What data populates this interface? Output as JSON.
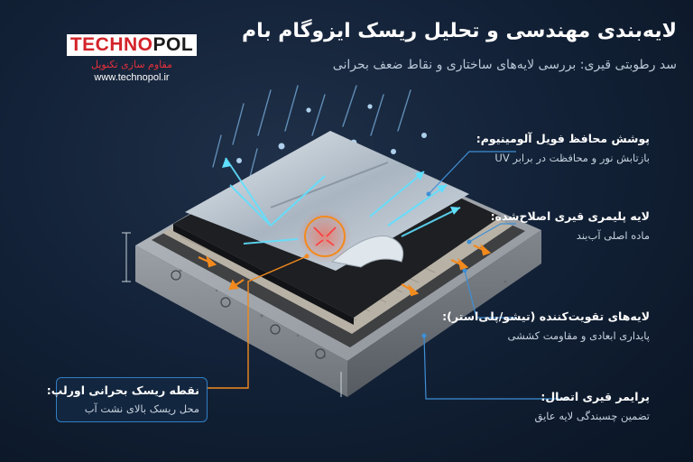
{
  "title": "لایه‌بندی مهندسی و تحلیل ریسک ایزوگام بام",
  "subtitle": "سد رطوبتی قیری: بررسی لایه‌های ساختاری و نقاط ضعف بحرانی",
  "logo": {
    "brand_red": "TECHNO",
    "brand_dark": "POL",
    "persian_text": "مقاوم سازی تکنوپل",
    "url": "www.technopol.ir"
  },
  "labels": [
    {
      "id": "foil",
      "heading": "پوشش محافظ فویل آلومینیوم:",
      "sub": "بازتابش نور و محافظت در برابر UV"
    },
    {
      "id": "polymer",
      "heading": "لایه پلیمری قیری اصلاح‌شده:",
      "sub": "ماده اصلی آب‌بند"
    },
    {
      "id": "reinforce",
      "heading": "لایه‌های تقویت‌کننده (تیشو/پلی‌استر):",
      "sub": "پایداری ابعادی و مقاومت کششی"
    },
    {
      "id": "primer",
      "heading": "پرایمر قیری اتصال:",
      "sub": "تضمین چسبندگی لایه عایق"
    }
  ],
  "callout": {
    "heading": "نقطه ریسک بحرانی اورلپ:",
    "sub": "محل ریسک بالای نشت آب"
  },
  "colors": {
    "accent_blue": "#3f8fd6",
    "arrow_orange": "#f28a1e",
    "risk_red": "#e2303a",
    "foil": "#c9d3dc",
    "concrete": "#8f959b"
  }
}
